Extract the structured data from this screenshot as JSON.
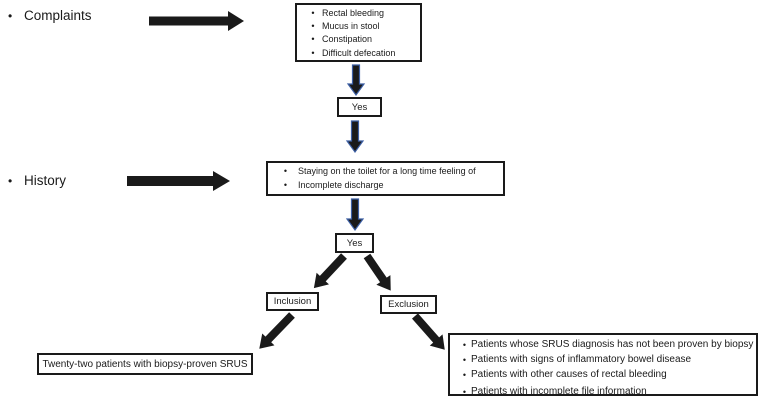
{
  "bullet": "•",
  "flowchart": {
    "side_labels": {
      "complaints": "Complaints",
      "history": "History"
    },
    "complaints_box": {
      "items": [
        "Rectal bleeding",
        "Mucus in stool",
        "Constipation",
        "Difficult defecation"
      ]
    },
    "yes_top": {
      "label": "Yes"
    },
    "history_box": {
      "items": [
        "Staying on the toilet for a long time feeling of",
        "Incomplete discharge"
      ]
    },
    "yes_bottom": {
      "label": "Yes"
    },
    "inclusion": {
      "label": "Inclusion"
    },
    "exclusion": {
      "label": "Exclusion"
    },
    "inclusion_result": {
      "label": "Twenty-two patients with biopsy-proven SRUS"
    },
    "exclusion_box": {
      "items": [
        "Patients whose SRUS diagnosis has not been proven by biopsy",
        "Patients with signs of inflammatory bowel disease",
        "Patients with other causes of rectal bleeding",
        "Patients with incomplete file information"
      ]
    },
    "colors": {
      "ink": "#1a1a1a",
      "arrow_outline": "#3c5fa5",
      "background": "#ffffff"
    }
  }
}
